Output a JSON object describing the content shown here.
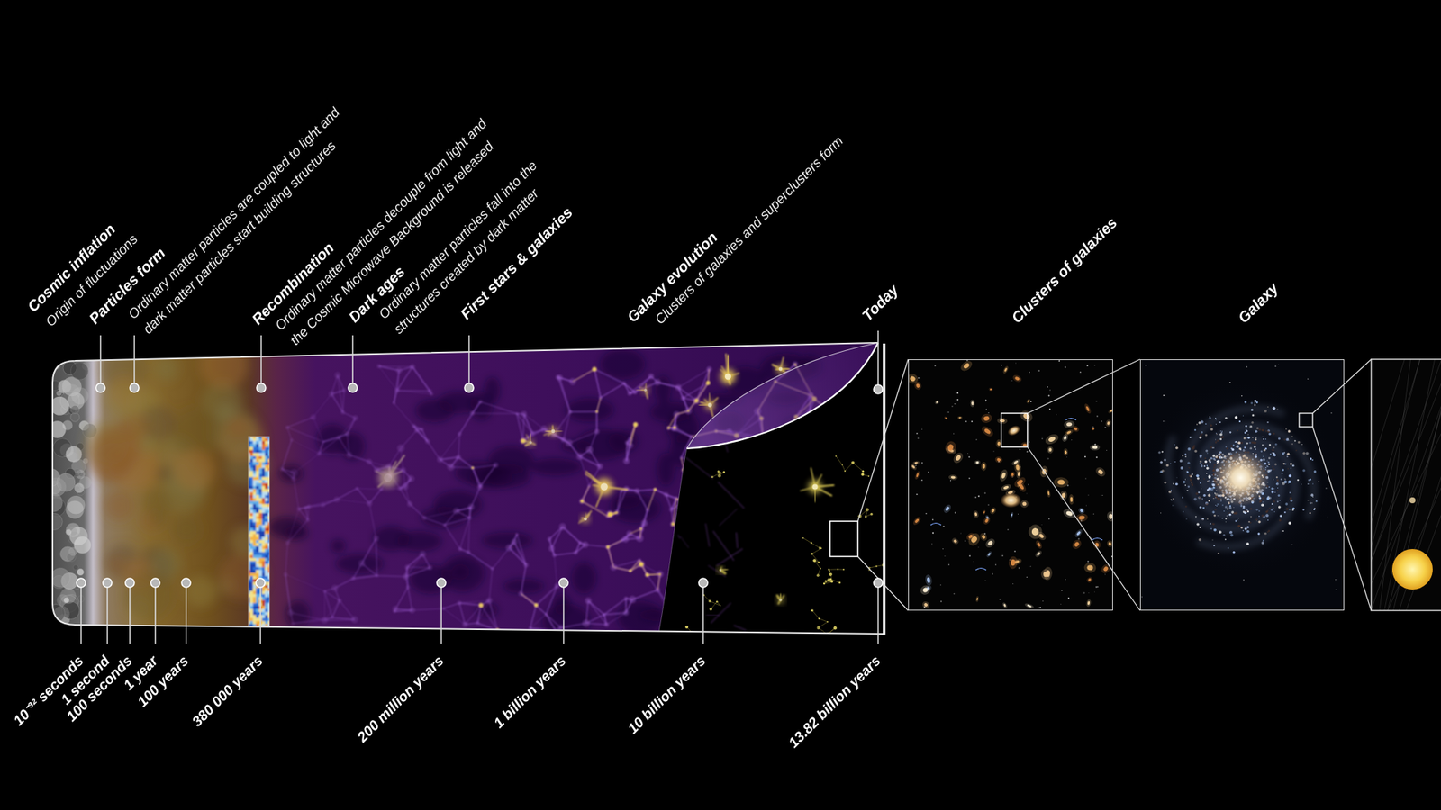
{
  "diagram": {
    "nodes": [
      {
        "text": [
          "Clusters of galaxies"
        ]
      },
      {
        "text": [
          "Galaxy"
        ]
      }
    ],
    "edges": [
      {
        "from": 0,
        "to": 1,
        "arrow": "none"
      }
    ],
    "labels": [
      "Cosmic inflation",
      "Origin of fluctuations",
      "Particles form",
      "Ordinary matter particles are coupled to light and dark matter particles start building structures",
      "Recombination",
      "Ordinary matter particles decouple from light and the Cosmic Microwave Background is released",
      "Dark ages",
      "Ordinary matter particles fall into the structures created by dark matter",
      "First stars & galaxies",
      "Galaxy evolution",
      "Clusters of galaxies and superclusters form",
      "Today",
      "10⁻³² seconds",
      "1 second",
      "100 seconds",
      "1 year",
      "100 years",
      "380 000 years",
      "200 million years",
      "1 billion years",
      "10 billion years",
      "13.82 billion years"
    ]
  }
}
